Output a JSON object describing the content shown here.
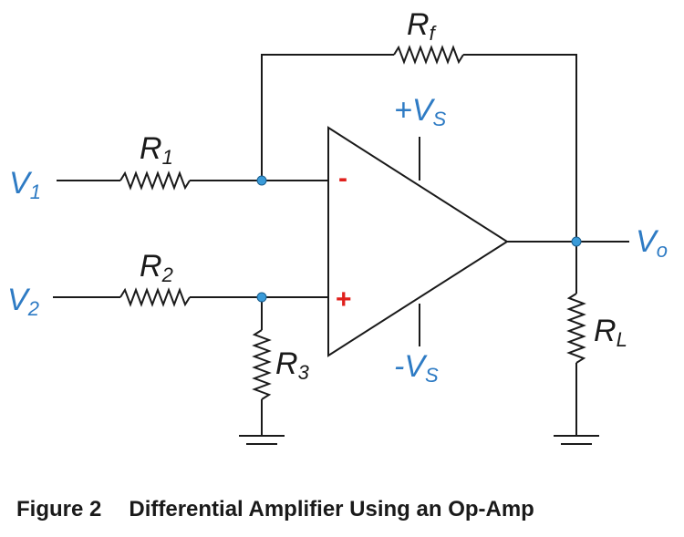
{
  "labels": {
    "rf_main": "R",
    "rf_sub": "f",
    "r1_main": "R",
    "r1_sub": "1",
    "r2_main": "R",
    "r2_sub": "2",
    "r3_main": "R",
    "r3_sub": "3",
    "rl_main": "R",
    "rl_sub": "L",
    "v1_main": "V",
    "v1_sub": "1",
    "v2_main": "V",
    "v2_sub": "2",
    "vo_main": "V",
    "vo_sub": "o",
    "vs_pos_main": "+V",
    "vs_pos_sub": "S",
    "vs_neg_main": "-V",
    "vs_neg_sub": "S",
    "inv_sign": "-",
    "noninv_sign": "+"
  },
  "caption": {
    "figure": "Figure 2",
    "title": "Differential Amplifier Using an Op-Amp"
  },
  "colors": {
    "wire": "#1a1a1a",
    "node": "#3a9bd9",
    "voltage_label": "#2e7bc4",
    "sign": "#e0201c"
  }
}
